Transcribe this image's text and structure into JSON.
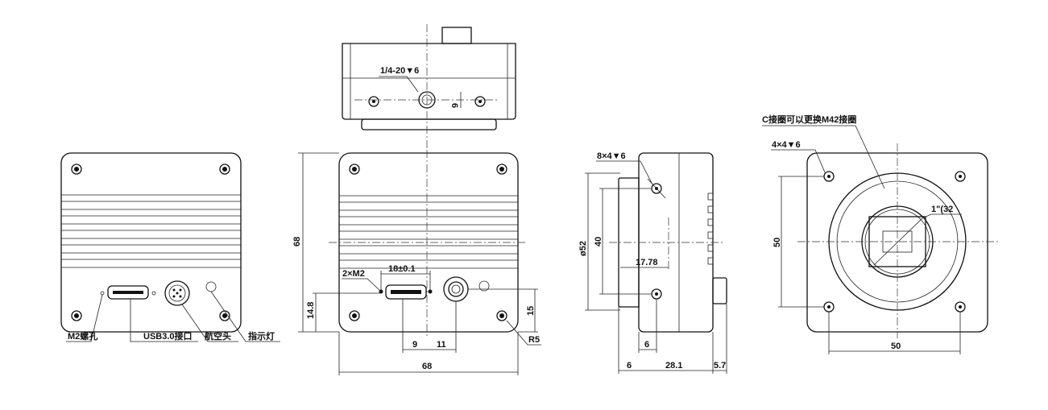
{
  "views": {
    "back": {
      "callouts": {
        "m2_hole": "M2螺孔",
        "usb_port": "USB3.0接口",
        "aviation_plug": "航空头",
        "indicator": "指示灯"
      }
    },
    "top": {
      "thread_note": "1/4-20▼6",
      "depth": "6"
    },
    "front": {
      "screw_note": "2×M2",
      "usb_spacing": "18±0.1",
      "width": "68",
      "height": "68",
      "height_14_8": "14.8",
      "height_15": "15",
      "dim_9": "9",
      "dim_11": "11",
      "radius": "R5"
    },
    "side": {
      "hole_note": "8×4▼6",
      "diameter": "ø52",
      "height_40": "40",
      "offset": "17.78",
      "dim_6_a": "6",
      "dim_6_b": "6",
      "depth_28_1": "28.1",
      "depth_5_7": "5.7"
    },
    "lens": {
      "adapter_note": "C接圈可以更换M42接圈",
      "hole_note": "4×4▼6",
      "sensor_note": "1\"(32",
      "height": "50",
      "width": "50"
    }
  }
}
